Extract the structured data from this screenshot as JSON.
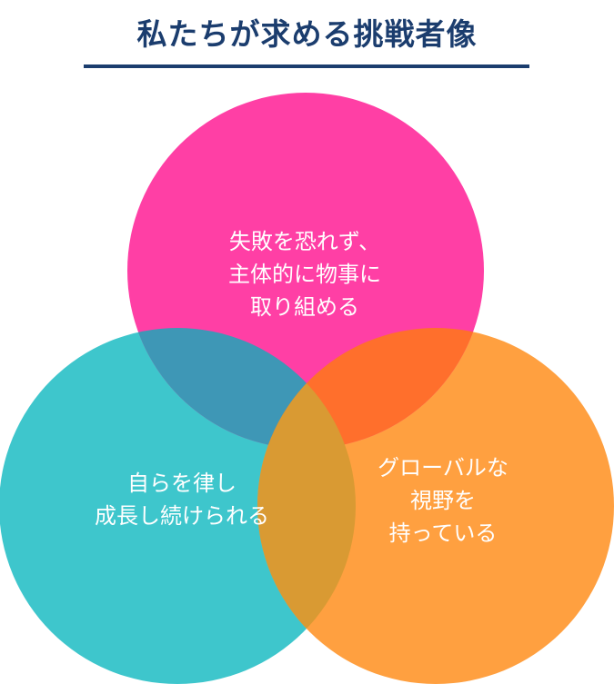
{
  "title": "私たちが求める挑戦者像",
  "circles": {
    "top": {
      "color": "#ff3fa5",
      "lines": [
        "失敗を恐れず、",
        "主体的に物事に",
        "取り組める"
      ]
    },
    "left": {
      "color": "#3ec6cc",
      "lines": [
        "自らを律し",
        "成長し続けられる"
      ]
    },
    "right": {
      "color": "#ffa040",
      "lines": [
        "グローバルな",
        "視野を",
        "持っている"
      ]
    }
  },
  "overlap_colors": {
    "top_left": "#3e97b6",
    "top_right": "#ff6f2c",
    "left_right": "#d99a33"
  }
}
